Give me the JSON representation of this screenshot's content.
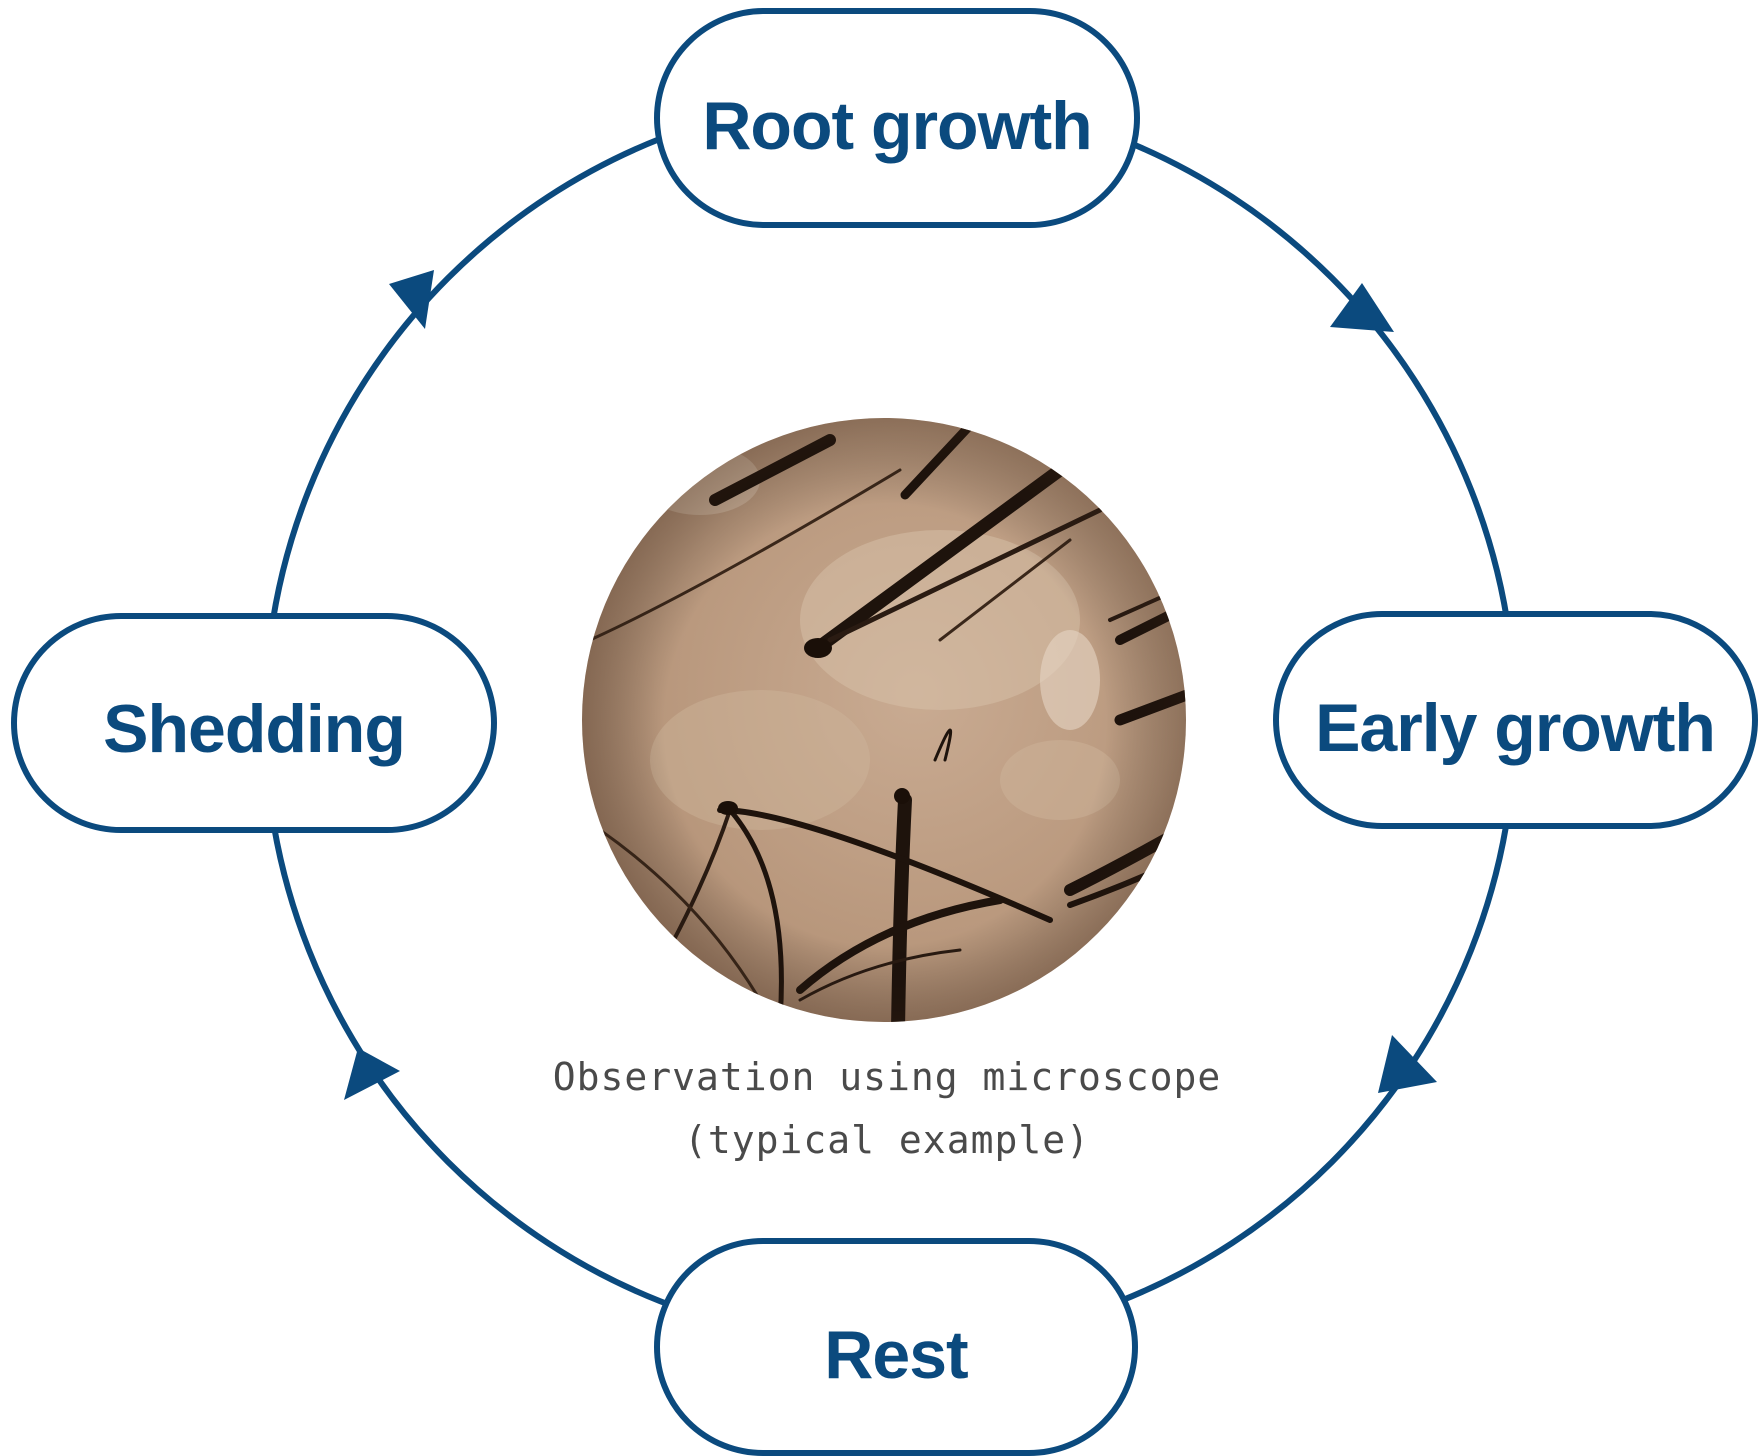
{
  "stages": {
    "root_growth": "Root growth",
    "early_growth": "Early growth",
    "rest": "Rest",
    "shedding": "Shedding"
  },
  "caption": {
    "line1": "Observation using microscope",
    "line2": "(typical example)"
  },
  "icons": {
    "cycle_arrow": "triangle-arrowhead-icon",
    "center_image": "microscope-hair-follicle-photo"
  },
  "colors": {
    "accent": "#0b4a7e",
    "caption": "#4a4a4a",
    "background": "#ffffff"
  }
}
